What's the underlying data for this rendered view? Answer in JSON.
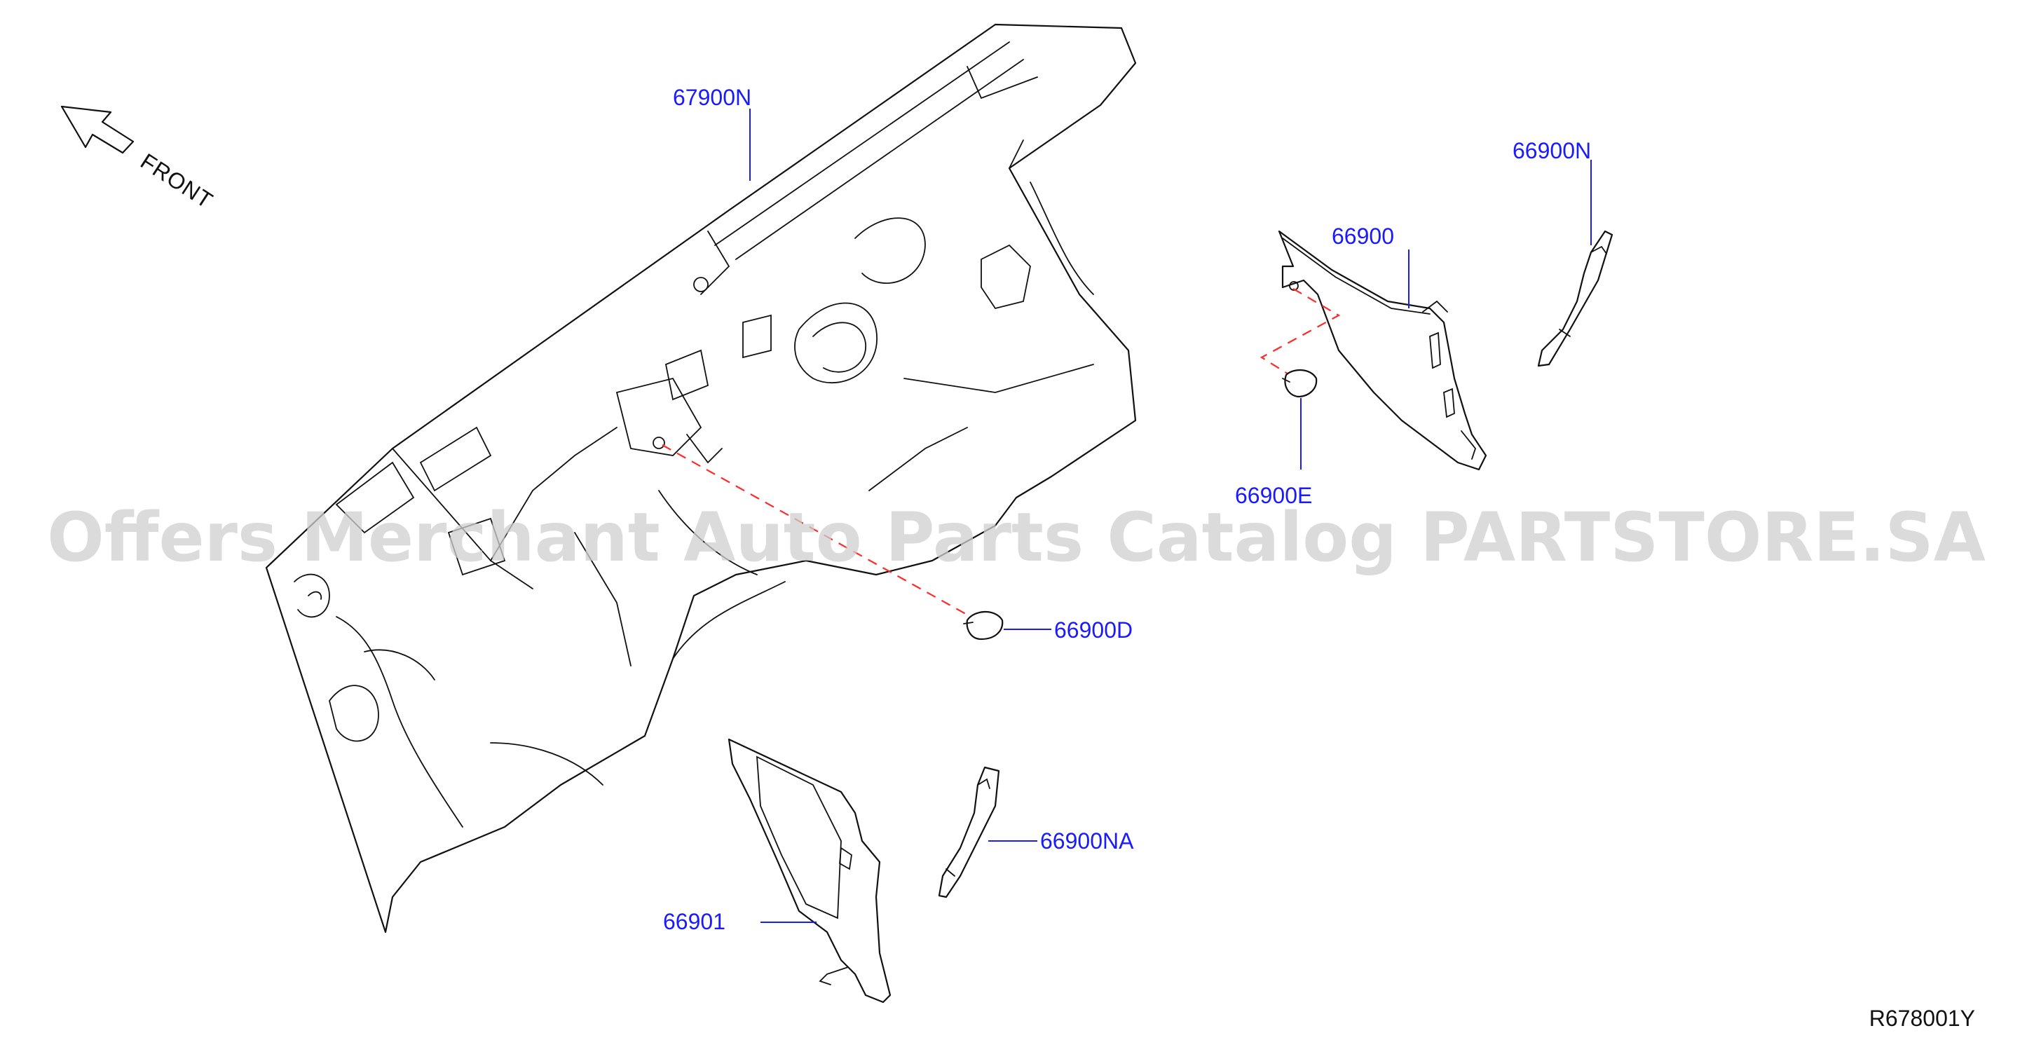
{
  "front_label": "FRONT",
  "watermark": "Offers Merchant Auto Parts Catalog PARTSTORE.SA",
  "reference_code": "R678001Y",
  "colors": {
    "callout": "#1a1aff",
    "dashed_line": "#ff2a2a",
    "line": "#111111",
    "watermark": "#d0d0d0"
  },
  "callouts": {
    "c67900N": "67900N",
    "c66900N": "66900N",
    "c66900": "66900",
    "c66900E": "66900E",
    "c66900D": "66900D",
    "c66900NA": "66900NA",
    "c66901": "66901"
  }
}
